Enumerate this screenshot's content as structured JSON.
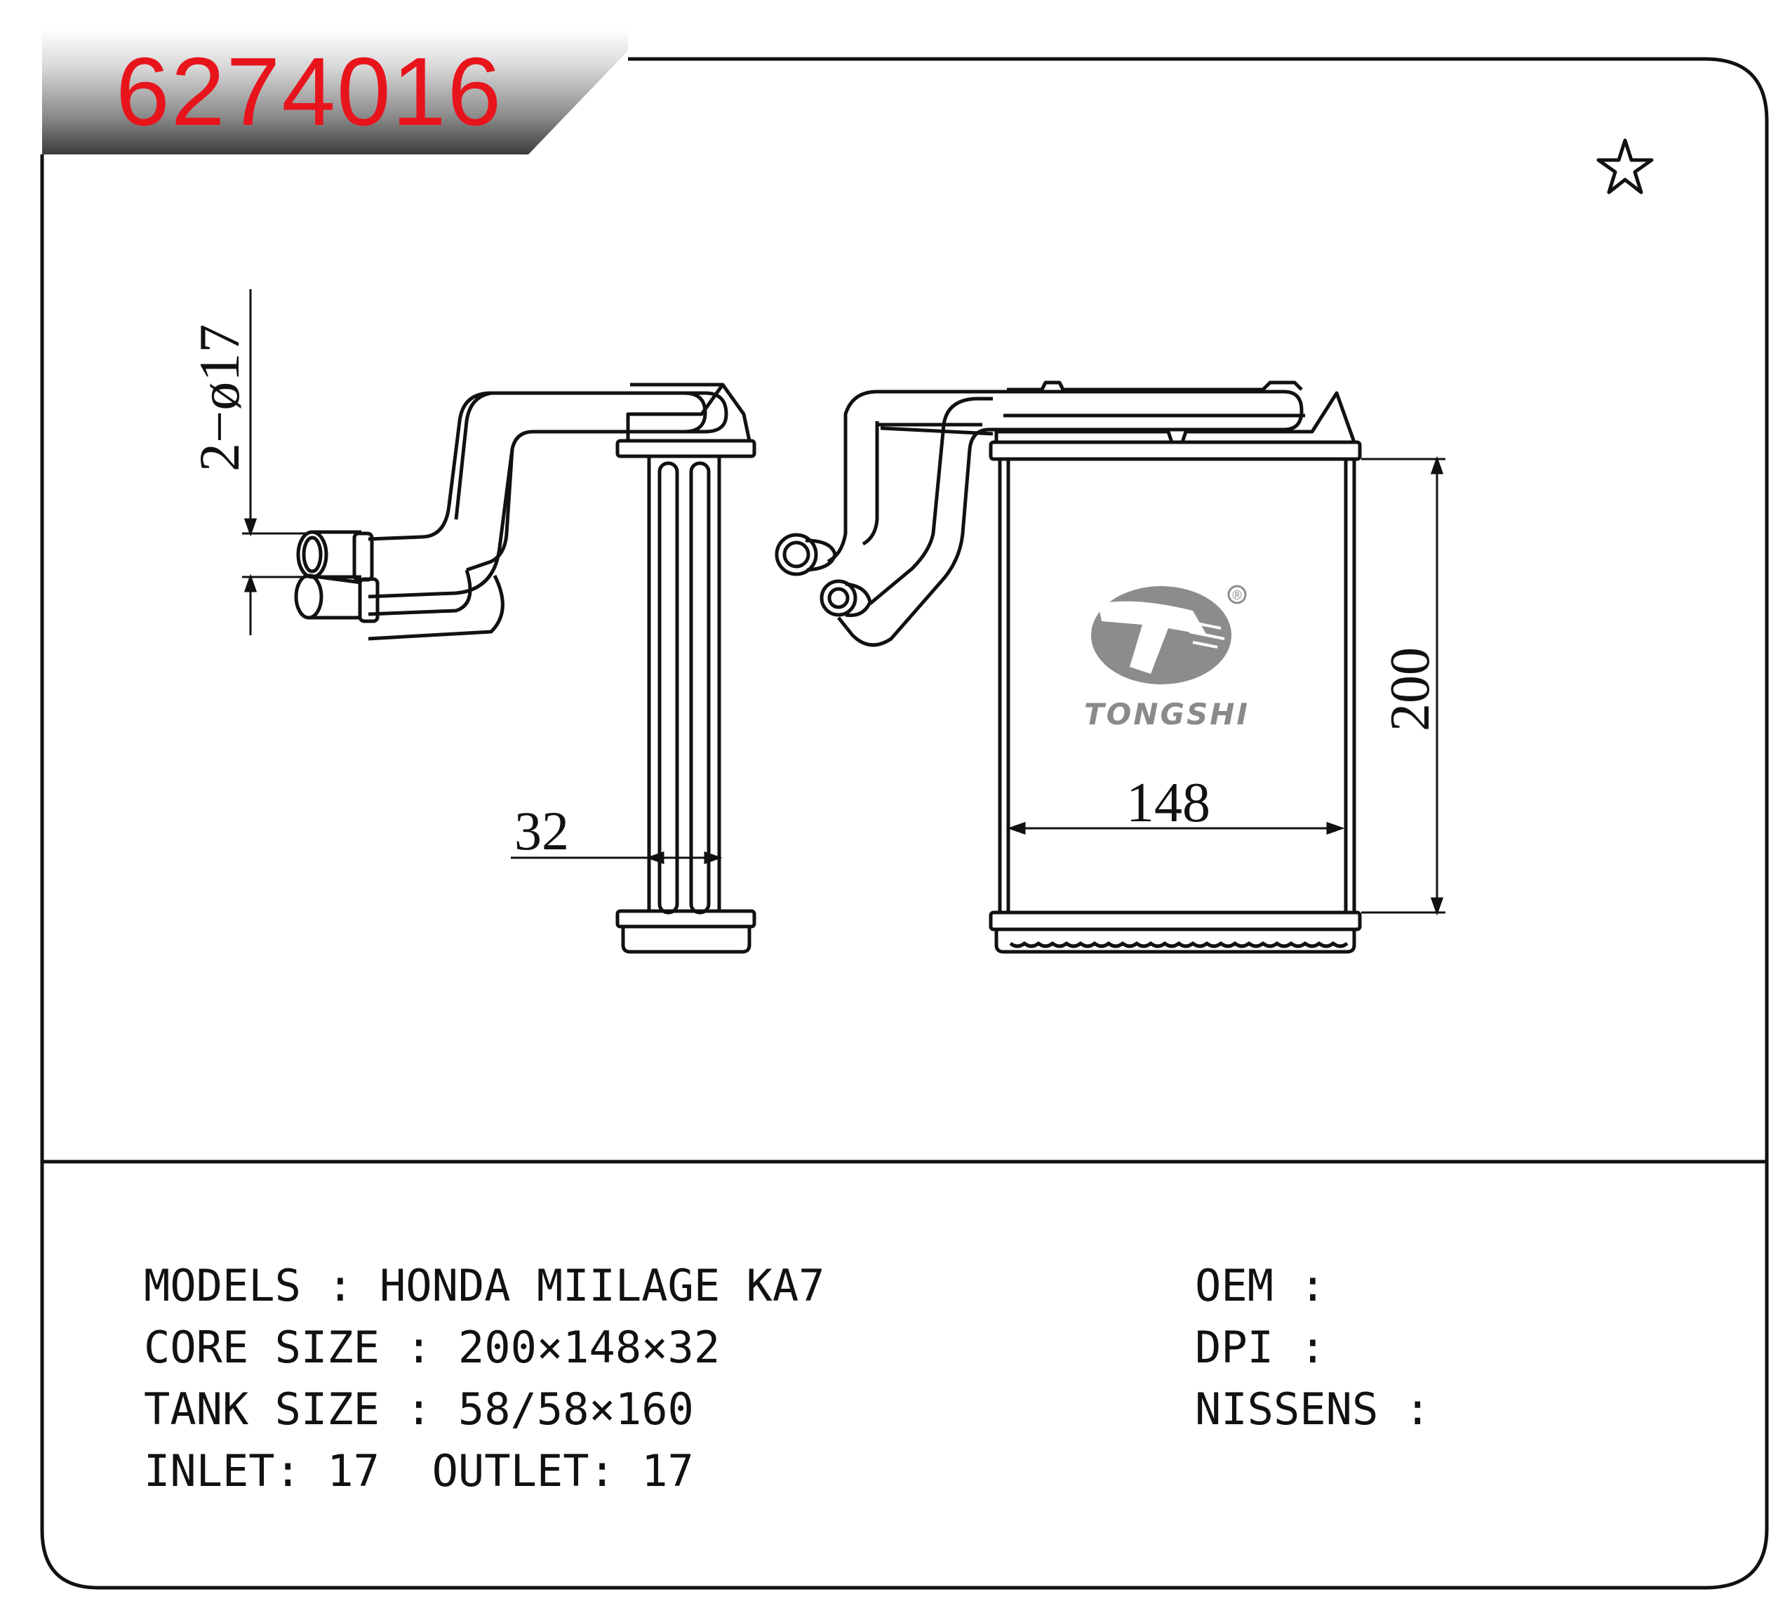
{
  "header": {
    "part_number": "6274016"
  },
  "badge": {
    "icon": "star-icon"
  },
  "dimensions": {
    "pipe_spec": "2−ø17",
    "thickness": "32",
    "width": "148",
    "height": "200"
  },
  "logo": {
    "brand": "TONGSHI",
    "registered": "®"
  },
  "specs": {
    "models": "MODELS : HONDA MIILAGE KA7",
    "core_size": "CORE SIZE : 200×148×32",
    "tank_size": "TANK SIZE : 58/58×160",
    "inlet_outlet": "INLET: 17  OUTLET: 17"
  },
  "references": {
    "oem": "OEM :",
    "dpi": "DPI :",
    "nissens": "NISSENS :"
  }
}
